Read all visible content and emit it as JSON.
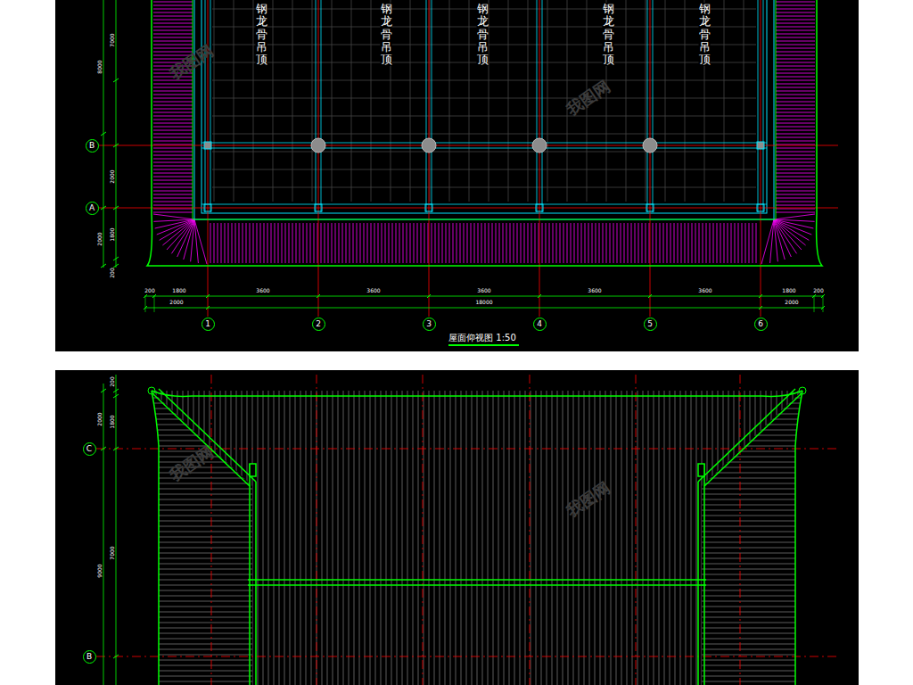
{
  "diagram": {
    "title": "屋面仰视图 1:50",
    "nodes": [
      {
        "text": [
          "B"
        ]
      },
      {
        "text": [
          "A"
        ]
      },
      {
        "text": [
          "1"
        ]
      },
      {
        "text": [
          "2"
        ]
      },
      {
        "text": [
          "3"
        ]
      },
      {
        "text": [
          "4"
        ]
      },
      {
        "text": [
          "5"
        ]
      },
      {
        "text": [
          "6"
        ]
      },
      {
        "text": [
          "C"
        ]
      },
      {
        "text": [
          "B"
        ]
      }
    ],
    "labels": [
      "钢龙骨吊顶",
      "钢龙骨吊顶",
      "钢龙骨吊顶",
      "钢龙骨吊顶",
      "钢龙骨吊顶",
      "7000",
      "8000",
      "2000",
      "2000",
      "1800",
      "200",
      "200",
      "1800",
      "3600",
      "3600",
      "3600",
      "3600",
      "3600",
      "1800",
      "200",
      "2000",
      "18000",
      "2000",
      "200",
      "1800",
      "2000",
      "7000",
      "9000",
      "我图网",
      "我图网",
      "我图网",
      "我图网"
    ]
  }
}
